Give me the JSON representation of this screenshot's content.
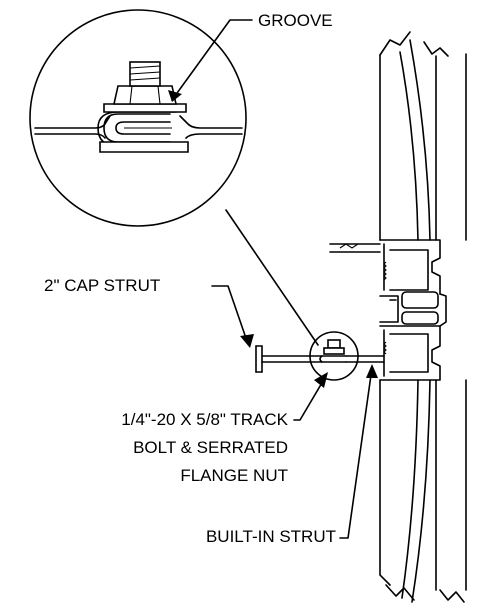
{
  "labels": {
    "groove": "GROOVE",
    "cap_strut": "2\" CAP STRUT",
    "track_bolt_line1": "1/4\"-20 X 5/8\" TRACK",
    "track_bolt_line2": "BOLT & SERRATED",
    "track_bolt_line3": "FLANGE NUT",
    "built_in_strut": "BUILT-IN STRUT"
  }
}
